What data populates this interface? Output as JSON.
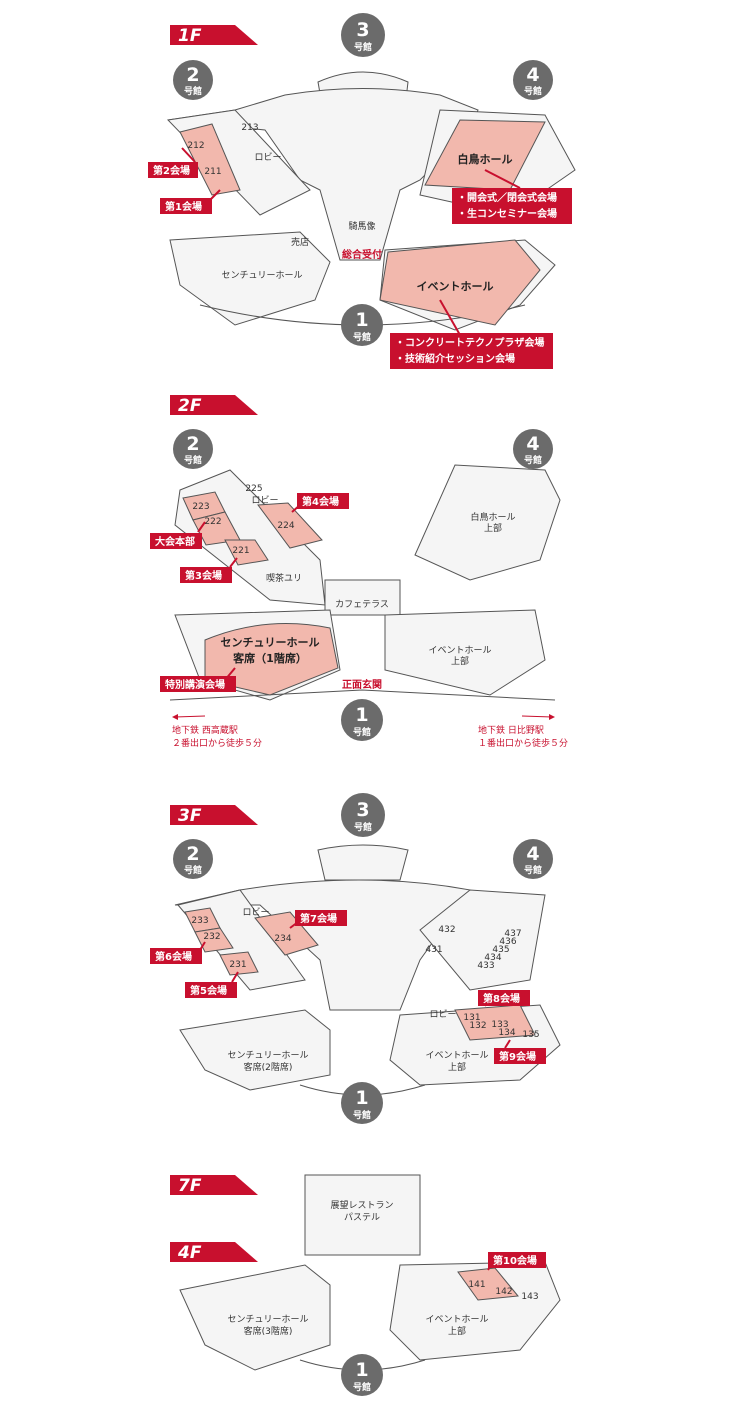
{
  "floors": {
    "f1": {
      "label": "1F",
      "buildings": {
        "b3": {
          "num": "3",
          "sub": "号館"
        },
        "b2": {
          "num": "2",
          "sub": "号館"
        },
        "b4": {
          "num": "4",
          "sub": "号館"
        },
        "b1": {
          "num": "1",
          "sub": "号館"
        }
      },
      "rooms": [
        "213",
        "212",
        "211"
      ],
      "labels": {
        "lobby": "ロビー",
        "hakucho": "白鳥ホール",
        "statue": "騎馬像",
        "reception": "総合受付",
        "shop": "売店",
        "century": "センチュリーホール",
        "event": "イベントホール"
      },
      "tags": {
        "hall2": "第2会場",
        "hall1": "第1会場",
        "hakucho_line1": "・開会式／閉会式会場",
        "hakucho_line2": "・生コンセミナー会場",
        "event_line1": "・コンクリートテクノプラザ会場",
        "event_line2": "・技術紹介セッション会場"
      }
    },
    "f2": {
      "label": "2F",
      "buildings": {
        "b2": {
          "num": "2",
          "sub": "号館"
        },
        "b4": {
          "num": "4",
          "sub": "号館"
        },
        "b1": {
          "num": "1",
          "sub": "号館"
        }
      },
      "rooms": [
        "225",
        "223",
        "222",
        "224",
        "221"
      ],
      "labels": {
        "lobby": "ロビー",
        "hakucho_upper_1": "白鳥ホール",
        "hakucho_upper_2": "上部",
        "cafe_yuri": "喫茶ユリ",
        "cafe_terrace": "カフェテラス",
        "century_1": "センチュリーホール",
        "century_2": "客席（1階席）",
        "event_upper_1": "イベントホール",
        "event_upper_2": "上部",
        "main_entrance": "正面玄関"
      },
      "tags": {
        "hall4": "第4会場",
        "hq": "大会本部",
        "hall3": "第3会場",
        "special": "特別講演会場"
      },
      "stations": {
        "left_1": "地下鉄 西高蔵駅",
        "left_2": "２番出口から徒歩５分",
        "right_1": "地下鉄 日比野駅",
        "right_2": "１番出口から徒歩５分"
      }
    },
    "f3": {
      "label": "3F",
      "buildings": {
        "b3": {
          "num": "3",
          "sub": "号館"
        },
        "b2": {
          "num": "2",
          "sub": "号館"
        },
        "b4": {
          "num": "4",
          "sub": "号館"
        },
        "b1": {
          "num": "1",
          "sub": "号館"
        }
      },
      "rooms_left": [
        "233",
        "232",
        "234",
        "231"
      ],
      "rooms_right": [
        "432",
        "437",
        "436",
        "435",
        "431",
        "434",
        "433"
      ],
      "rooms_event": [
        "131",
        "132",
        "133",
        "134",
        "135"
      ],
      "labels": {
        "lobby": "ロビー",
        "lobby_r": "ロビー",
        "century_1": "センチュリーホール",
        "century_2": "客席(2階席)",
        "event_1": "イベントホール",
        "event_2": "上部"
      },
      "tags": {
        "hall7": "第7会場",
        "hall6": "第6会場",
        "hall5": "第5会場",
        "hall8": "第8会場",
        "hall9": "第9会場"
      }
    },
    "f7": {
      "label": "7F",
      "labels": {
        "restaurant_1": "展望レストラン",
        "restaurant_2": "パステル"
      }
    },
    "f4": {
      "label": "4F",
      "buildings": {
        "b1": {
          "num": "1",
          "sub": "号館"
        }
      },
      "rooms": [
        "141",
        "142",
        "143"
      ],
      "labels": {
        "century_1": "センチュリーホール",
        "century_2": "客席(3階席)",
        "event_1": "イベントホール",
        "event_2": "上部"
      },
      "tags": {
        "hall10": "第10会場"
      }
    }
  },
  "colors": {
    "accent": "#c8102e",
    "highlight": "#f2b8ad",
    "badge": "#6b6b6b"
  }
}
